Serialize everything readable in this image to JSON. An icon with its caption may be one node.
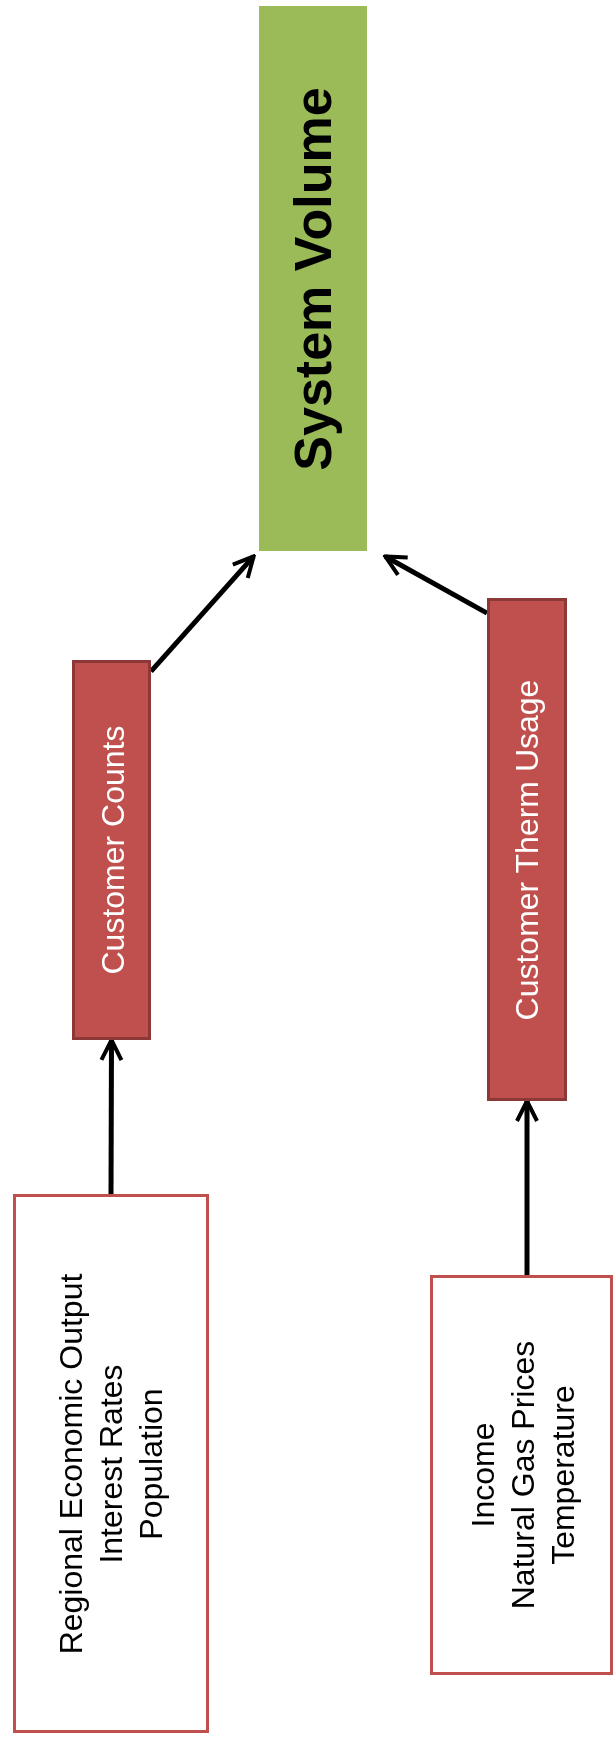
{
  "diagram": {
    "nodes": [
      {
        "text": [
          "System Volume"
        ]
      },
      {
        "text": [
          "Customer Counts"
        ]
      },
      {
        "text": [
          "Customer Therm Usage"
        ]
      },
      {
        "text": [
          "Regional Economic Output",
          "Interest Rates",
          "Population"
        ]
      },
      {
        "text": [
          "Income",
          "Natural Gas Prices",
          "Temperature"
        ]
      }
    ],
    "edges": [
      {
        "from": 3,
        "to": 1,
        "arrow": "to"
      },
      {
        "from": 4,
        "to": 2,
        "arrow": "to"
      },
      {
        "from": 1,
        "to": 0,
        "arrow": "to"
      },
      {
        "from": 2,
        "to": 0,
        "arrow": "to"
      }
    ]
  }
}
